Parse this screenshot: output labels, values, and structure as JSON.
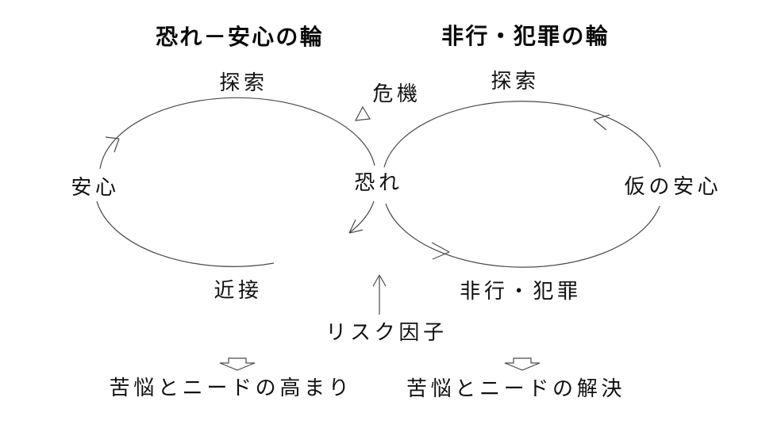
{
  "titles": {
    "left": "恐れ－安心の輪",
    "right": "非行・犯罪の輪"
  },
  "left_cycle": {
    "top": "探索",
    "left": "安心",
    "bottom": "近接"
  },
  "shared": {
    "fear": "恐れ",
    "crisis": "危機",
    "risk_factor": "リスク因子"
  },
  "right_cycle": {
    "top": "探索",
    "right": "仮の安心",
    "bottom": "非行・犯罪"
  },
  "outcomes": {
    "left": "苦悩とニードの高まり",
    "right": "苦悩とニードの解決"
  },
  "colors": {
    "line": "#4a4a4a",
    "text": "#111111",
    "background": "#ffffff"
  }
}
